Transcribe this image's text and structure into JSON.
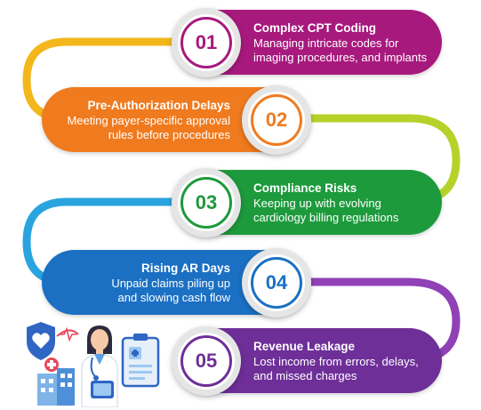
{
  "colors": {
    "step1": "#a7197d",
    "step2": "#f07a1e",
    "step3": "#1d9a3c",
    "step4": "#1b70c3",
    "step5": "#6e2f99",
    "connector_1_2": "#f3b71c",
    "connector_2_3": "#b6d22a",
    "connector_3_4": "#2aa4df",
    "connector_4_5": "#8f41b5"
  },
  "steps": [
    {
      "number": "01",
      "title": "Complex CPT Coding",
      "desc_line1": "Managing intricate codes for",
      "desc_line2": "imaging procedures, and implants"
    },
    {
      "number": "02",
      "title": "Pre-Authorization Delays",
      "desc_line1": "Meeting payer-specific approval",
      "desc_line2": "rules before procedures"
    },
    {
      "number": "03",
      "title": "Compliance Risks",
      "desc_line1": "Keeping up with evolving",
      "desc_line2": "cardiology billing regulations"
    },
    {
      "number": "04",
      "title": "Rising AR Days",
      "desc_line1": "Unpaid claims piling up",
      "desc_line2": "and slowing cash flow"
    },
    {
      "number": "05",
      "title": "Revenue Leakage",
      "desc_line1": "Lost income from errors, delays,",
      "desc_line2": "and missed charges"
    }
  ],
  "illustration": {
    "icons": [
      "doctor-icon",
      "heart-shield-icon",
      "clipboard-icon",
      "hospital-icon",
      "stethoscope-icon"
    ]
  }
}
